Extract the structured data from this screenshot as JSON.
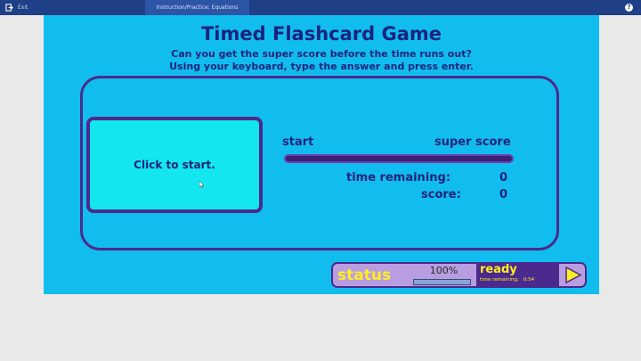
{
  "topbar": {
    "exit_label": "Exit",
    "tab_label": "Instruction/Practice: Equations",
    "help_label": "?"
  },
  "game": {
    "title": "Timed Flashcard Game",
    "subtitle_1": "Can you get the super score before the time runs out?",
    "subtitle_2": "Using your keyboard, type the answer and press enter.",
    "card_text": "Click to start.",
    "start_label": "start",
    "super_score_label": "super score",
    "progress": 0,
    "time_remaining_label": "time remaining:",
    "time_remaining_value": "0",
    "score_label": "score:",
    "score_value": "0"
  },
  "status": {
    "label": "status",
    "percent": "100%",
    "percent_value": 100,
    "ready_label": "ready",
    "time_remaining_label": "time remaining:",
    "time_remaining_value": "0:54"
  },
  "colors": {
    "stage": "#11bdee",
    "card": "#13e6ef",
    "border": "#4a2a8c",
    "text": "#1a237e",
    "accent_yellow": "#ffee22",
    "topbar": "#1f3f86"
  },
  "icons": [
    "exit-icon",
    "help-icon",
    "mouse-cursor-icon",
    "play-arrow-icon"
  ]
}
